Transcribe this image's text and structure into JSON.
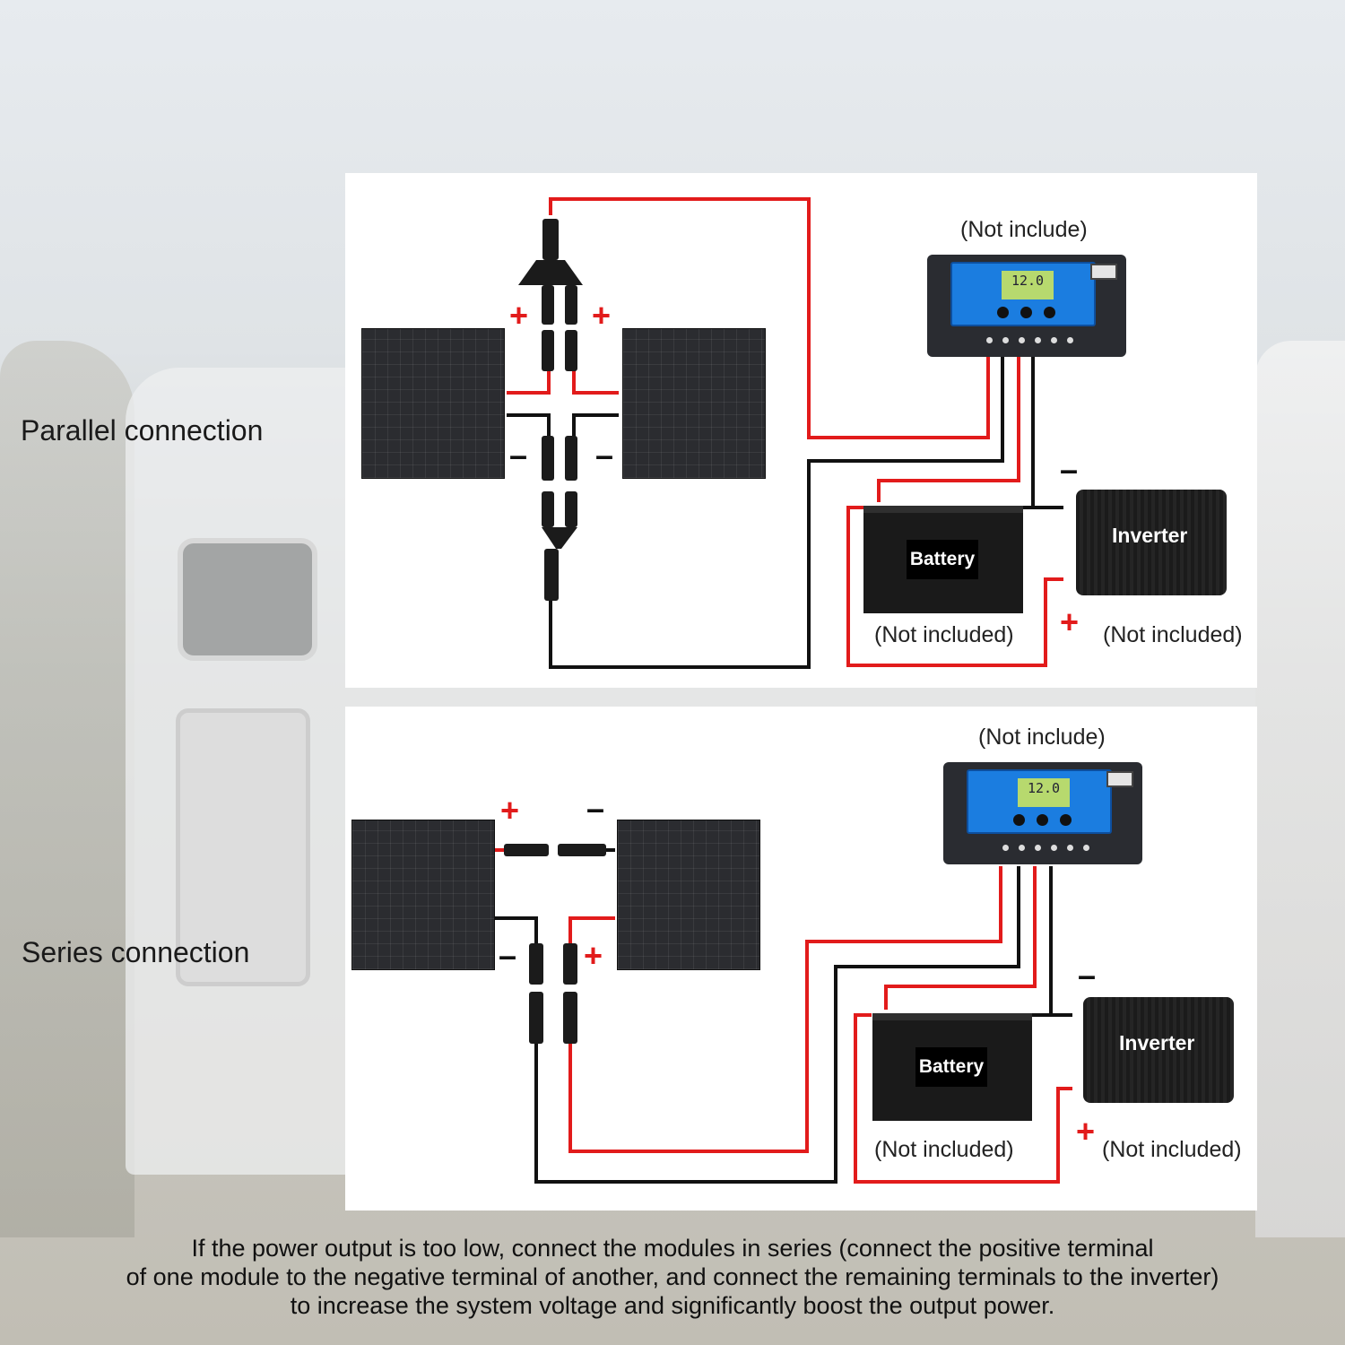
{
  "parallel": {
    "title": "Parallel connection",
    "controller_note": "(Not include)",
    "controller_display": "12.0",
    "battery_label": "Battery",
    "battery_note": "(Not included)",
    "inverter_label": "Inverter",
    "inverter_note": "(Not included)",
    "sign_plus": "+",
    "sign_minus": "–"
  },
  "series": {
    "title": "Series connection",
    "controller_note": "(Not include)",
    "controller_display": "12.0",
    "battery_label": "Battery",
    "battery_note": "(Not included)",
    "inverter_label": "Inverter",
    "inverter_note": "(Not included)",
    "sign_plus": "+",
    "sign_minus": "–"
  },
  "footer": {
    "line1": "If the power output is too low, connect the modules in series (connect the positive terminal",
    "line2": "of one module to the negative terminal of another, and connect the remaining terminals to the inverter)",
    "line3": "to increase the system voltage and significantly boost the output power."
  },
  "colors": {
    "positive_wire": "#e21b1b",
    "negative_wire": "#111111"
  }
}
